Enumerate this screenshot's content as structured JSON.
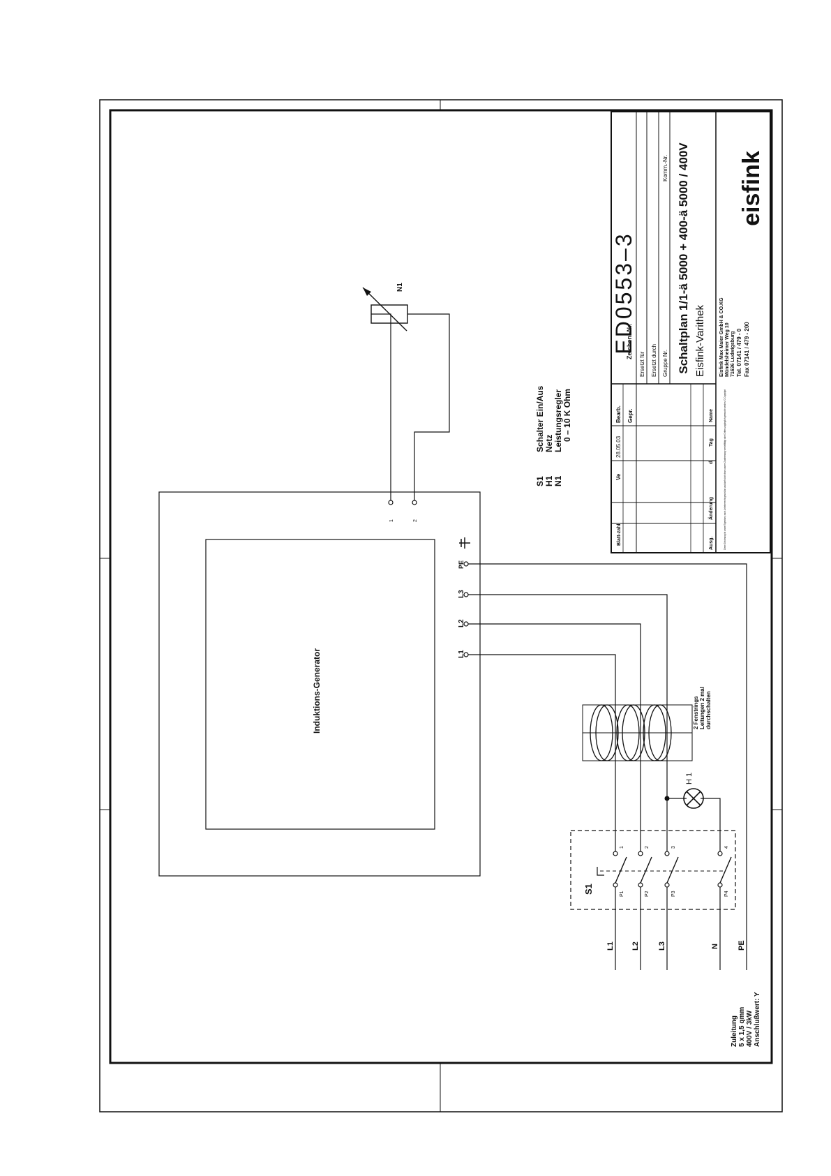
{
  "generator": {
    "label": "Induktions-Generator"
  },
  "terminals": {
    "phases": [
      "L1",
      "L2",
      "L3"
    ],
    "pe": "PE",
    "regulator": [
      "1",
      "2"
    ]
  },
  "regulator": {
    "label": "N1"
  },
  "legend": {
    "codes": [
      "S1",
      "H1",
      "N1"
    ],
    "descriptions": [
      "Schalter Ein/Aus",
      "Netz",
      "Leistungsregler",
      "0 – 10 K Ohm"
    ]
  },
  "ferrite": {
    "note": [
      "2 Fenstrings",
      "Leitungen 2 mal",
      "durchschalten"
    ]
  },
  "lamp": {
    "label": "H 1"
  },
  "switch": {
    "label": "S1",
    "contacts_out": [
      "1",
      "2",
      "3",
      "4"
    ],
    "contacts_in": [
      "P1",
      "P2",
      "P3",
      "P4"
    ]
  },
  "supply": {
    "lines": [
      "L1",
      "L2",
      "L3",
      "N",
      "PE"
    ],
    "note": [
      "Zuleitung",
      "5 x 1,5 qmm",
      "400V / 3kW",
      "Anschlußwert: Y"
    ]
  },
  "title_block": {
    "drawing_no_label": "Zeichen.-Nr.",
    "drawing_no": "ED0553–3",
    "row_labels": [
      "Ersetzt für",
      "Ersetzt durch",
      "Gruppe Nr."
    ],
    "komm_label": "Komm.-Nr.",
    "title": "Schaltplan 1/1-ä 5000 + 400-ä 5000 / 400V",
    "subtitle": "Eisfink-Varithek",
    "bearb_label": "Bearb.",
    "date": "28.05.03",
    "name": "Ve",
    "gepr_label": "Gepr.",
    "blatt_label": "Blatt-zahl",
    "rev_headers": [
      "Ausg.",
      "Änderung",
      "d.",
      "Tag",
      "Name"
    ],
    "company": [
      "Eisfink Max Maier GmbH & CO.KG",
      "Mündelsheimer Weg 10",
      "71636 Ludwigsburg",
      "Tel. 07141 / 479 - 0",
      "Fax 07141 / 479 - 200"
    ],
    "logo": "eisfink",
    "copyright": "Diese Zeichnung ist unser Eigentum, nach Urheberrecht geschützt und darf nicht ohne unsere Zustimmung vervielfältigt oder Dritten zugänglich gemacht werden. © Copyright"
  }
}
